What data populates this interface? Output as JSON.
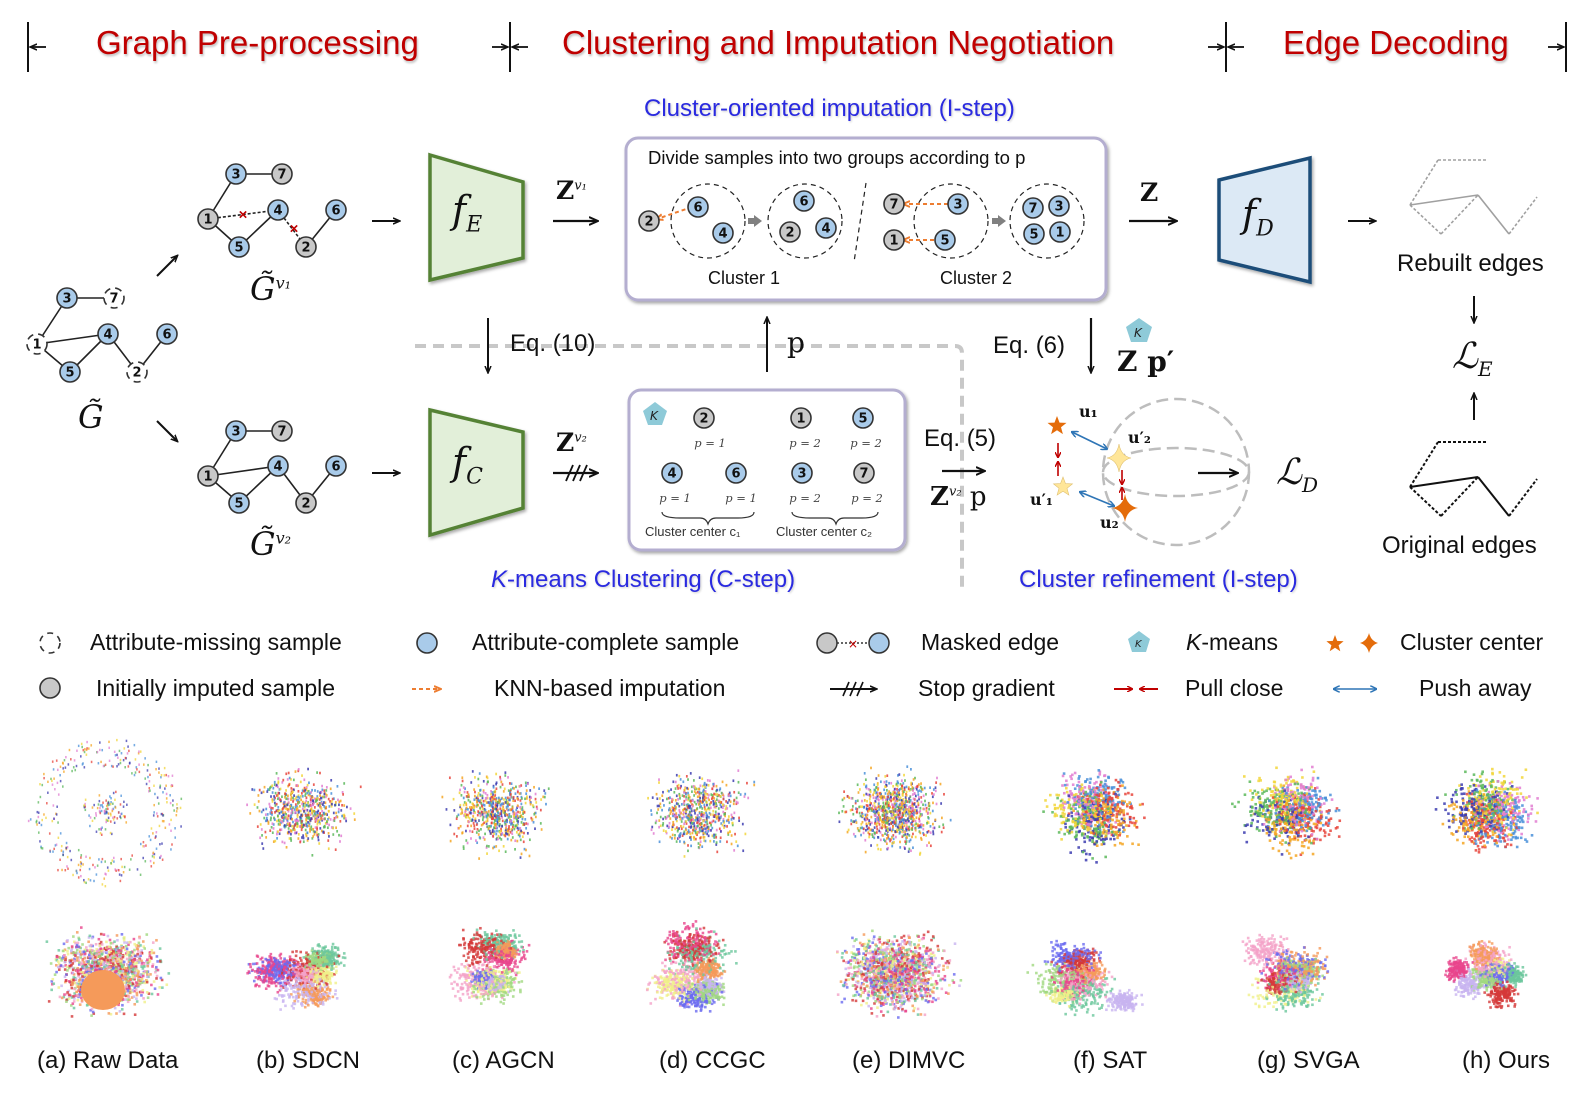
{
  "stages": [
    {
      "label": "Graph Pre-processing"
    },
    {
      "label": "Clustering and Imputation Negotiation"
    },
    {
      "label": "Edge Decoding"
    }
  ],
  "colors": {
    "stage_title": "#c00000",
    "step_title": "#2a2ae0",
    "complete_node": "#a9cbea",
    "imputed_node": "#c8c8c8",
    "encoder_fill": "#e2efd9",
    "encoder_stroke": "#548235",
    "decoder_fill": "#dce9f5",
    "decoder_stroke": "#1f4e79",
    "knn_arrow": "#ed7d31",
    "pull_arrow": "#c00000",
    "push_arrow": "#2e75b6",
    "kmeans_icon": "#8ecad8",
    "cluster_center_dark": "#e46c0a",
    "cluster_center_light": "#ffe699"
  },
  "graphs": {
    "input": {
      "label": "G̃"
    },
    "view1": {
      "label": "G̃",
      "sup": "v₁"
    },
    "view2": {
      "label": "G̃",
      "sup": "v₂"
    }
  },
  "modules": {
    "encoder_e": {
      "symbol": "f",
      "sub": "E"
    },
    "encoder_c": {
      "symbol": "f",
      "sub": "C"
    },
    "decoder": {
      "symbol": "f",
      "sub": "D"
    }
  },
  "arrows": {
    "z_v1": "Z",
    "z_v1_sup": "v₁",
    "z_v2": "Z",
    "z_v2_sup": "v₂",
    "z": "Z",
    "eq10": "Eq. (10)",
    "p": "p",
    "eq6": "Eq. (6)",
    "zp_prime": "Z p′",
    "eq5": "Eq. (5)",
    "zv2p": "Z",
    "zv2p_sup": "v₂",
    "zv2p_p": "p"
  },
  "imputation": {
    "title": "Cluster-oriented imputation (I-step)",
    "subtitle": "Divide samples into two groups according to p",
    "cluster1": "Cluster 1",
    "cluster2": "Cluster 2"
  },
  "kmeans": {
    "title": "K-means Clustering (C-step)",
    "title_k": "K",
    "title_rest": "-means Clustering (C-step)",
    "k_icon": "K",
    "assignments": [
      {
        "node": "2",
        "label": "p = 1"
      },
      {
        "node": "1",
        "label": "p = 2"
      },
      {
        "node": "5",
        "label": "p = 2"
      },
      {
        "node": "4",
        "label": "p = 1"
      },
      {
        "node": "6",
        "label": "p = 1"
      },
      {
        "node": "3",
        "label": "p = 2"
      },
      {
        "node": "7",
        "label": "p = 2"
      }
    ],
    "center1": "Cluster center c₁",
    "center2": "Cluster center c₂"
  },
  "refinement": {
    "title": "Cluster refinement (I-step)",
    "u1": "u₁",
    "u2": "u₂",
    "u1p": "u′₁",
    "u2p": "u′₂",
    "k_icon": "K"
  },
  "decoding": {
    "rebuilt": "Rebuilt edges",
    "original": "Original edges",
    "loss_e": "ℒ",
    "loss_e_sub": "E",
    "loss_d": "ℒ",
    "loss_d_sub": "D"
  },
  "legend": [
    {
      "icon": "attribute-missing-icon",
      "label": "Attribute-missing sample"
    },
    {
      "icon": "attribute-complete-icon",
      "label": "Attribute-complete sample"
    },
    {
      "icon": "masked-edge-icon",
      "label": "Masked edge"
    },
    {
      "icon": "kmeans-icon",
      "label": "K-means",
      "k": "K",
      "rest": "-means"
    },
    {
      "icon": "cluster-center-icon",
      "label": "Cluster center"
    },
    {
      "icon": "imputed-sample-icon",
      "label": "Initially imputed sample"
    },
    {
      "icon": "knn-imputation-icon",
      "label": "KNN-based imputation"
    },
    {
      "icon": "stop-gradient-icon",
      "label": "Stop gradient"
    },
    {
      "icon": "pull-close-icon",
      "label": "Pull close"
    },
    {
      "icon": "push-away-icon",
      "label": "Push away"
    }
  ],
  "visualizations": {
    "captions": [
      "(a) Raw Data",
      "(b) SDCN",
      "(c) AGCN",
      "(d) CCGC",
      "(e) DIMVC",
      "(f) SAT",
      "(g) SVGA",
      "(h) Ours"
    ],
    "row1_palette": [
      "#4a90d9",
      "#e8453c",
      "#f5a623",
      "#3c3cb0",
      "#5cb85c",
      "#f2d63a",
      "#e27ed1"
    ],
    "row2_palette": [
      "#f4a3c8",
      "#e8458c",
      "#f59a5a",
      "#6a6af0",
      "#a0d880",
      "#6cc79c",
      "#f0f08a",
      "#c8b4f0",
      "#d43838"
    ]
  }
}
